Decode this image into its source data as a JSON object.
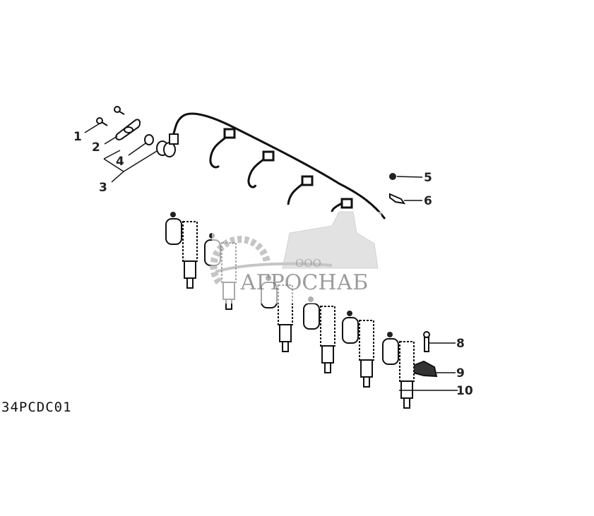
{
  "diagram": {
    "callouts": [
      "1",
      "2",
      "3",
      "4",
      "5",
      "6",
      "8",
      "9",
      "10"
    ],
    "drawing_code": "34PCDC01"
  },
  "watermark": {
    "prefix": "ООО",
    "name": "АГРОСНАБ"
  }
}
